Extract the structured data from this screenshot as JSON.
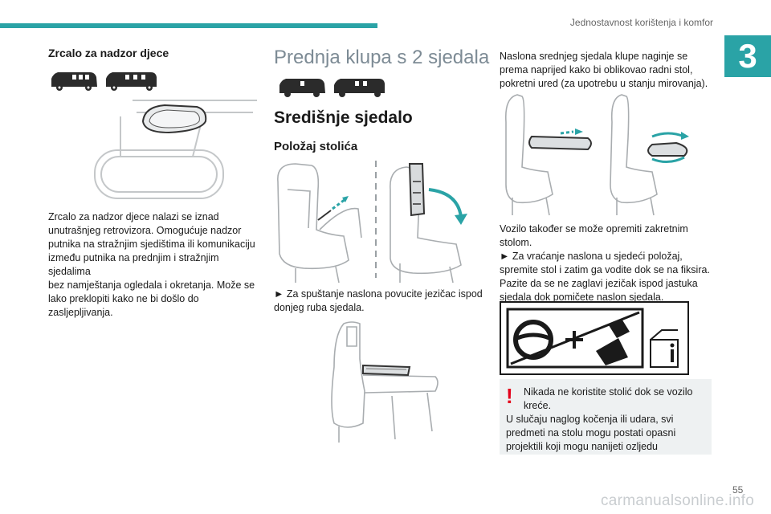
{
  "header": {
    "section_title": "Jednostavnost korištenja i komfor",
    "chapter_number": "3",
    "accent_color": "#2aa3a6"
  },
  "left": {
    "title": "Zrcalo za nadzor djece",
    "paragraph": "Zrcalo za nadzor djece nalazi se iznad unutrašnjeg retrovizora. Omogućuje nadzor putnika na stražnjim sjedištima ili komunikaciju između putnika na prednjim i stražnjim sjedalima bez namještanja ogledala i okretanja. Može se lako preklopiti kako ne bi došlo do zasljepljivanja.",
    "lines": [
      "Zrcalo za nadzor djece nalazi se iznad",
      "unutrašnjeg retrovizora. Omogućuje nadzor",
      "putnika na stražnjim sjedištima ili komunikaciju",
      "između putnika na prednjim i stražnjim sjedalima",
      "bez namještanja ogledala i okretanja. Može se",
      "lako preklopiti kako ne bi došlo do zasljepljivanja."
    ]
  },
  "middle": {
    "main_title": "Prednja klupa s 2 sjedala",
    "section_title": "Središnje sjedalo",
    "subsection_title": "Položaj stolića",
    "instruction_lines": [
      "► Za spuštanje naslona povucite jezičac ispod",
      "donjeg ruba sjedala."
    ]
  },
  "right": {
    "intro_lines": [
      "Naslona srednjeg sjedala klupe naginje se",
      "prema naprijed kako bi oblikovao radni stol,",
      "pokretni ured (za upotrebu u stanju mirovanja)."
    ],
    "body_lines": [
      "Vozilo također se može opremiti zakretnim",
      "stolom.",
      "► Za vraćanje naslona u sjedeći položaj,",
      "spremite stol i zatim ga vodite dok se na fiksira.",
      "Pazite da se ne zaglavi jezičak ispod jastuka",
      "sjedala dok pomičete naslon sjedala."
    ],
    "warning_icon": "exclamation-icon",
    "warning_color": "#e3001b",
    "warning_lines": [
      "Nikada ne koristite stolić dok se vozilo",
      "kreće.",
      "U slučaju naglog kočenja ili udara, svi",
      "predmeti na stolu mogu postati opasni",
      "projektili koji mogu nanijeti ozljedu"
    ]
  },
  "footer": {
    "page_number": "55",
    "watermark": "carmanualsonline.info"
  }
}
